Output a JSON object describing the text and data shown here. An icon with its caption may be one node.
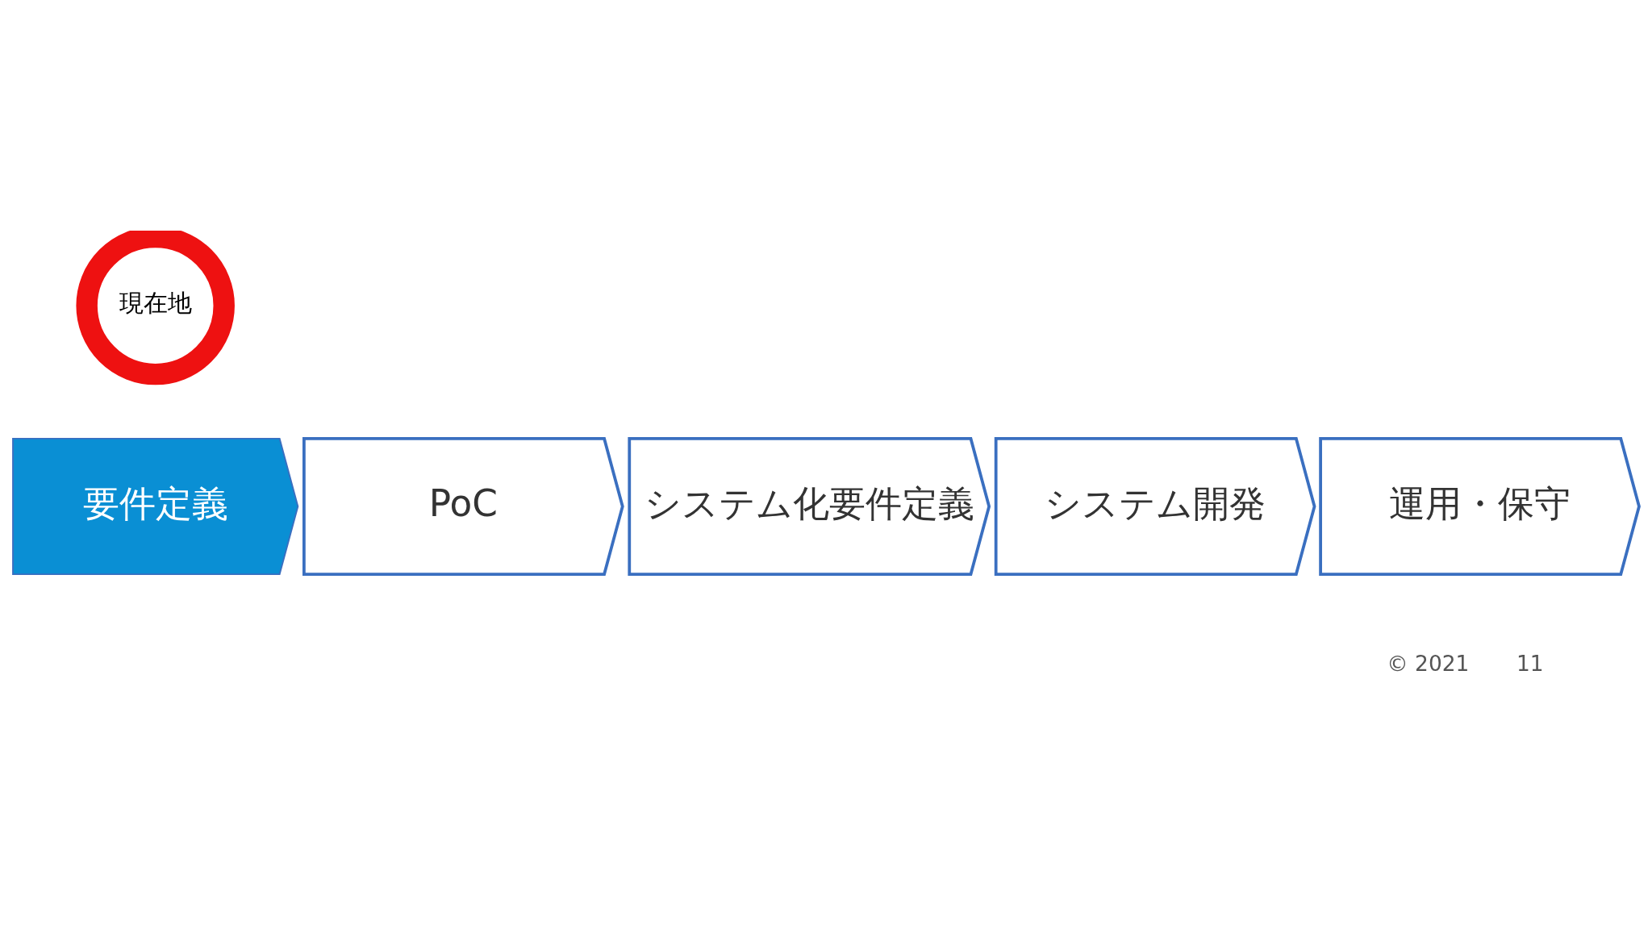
{
  "diagram": {
    "nodes": [
      {
        "text": [
          "現在地"
        ]
      },
      {
        "text": [
          "要件定義"
        ]
      },
      {
        "text": [
          "PoC"
        ]
      },
      {
        "text": [
          "システム化要件定義"
        ]
      },
      {
        "text": [
          "システム開発"
        ]
      },
      {
        "text": [
          "運用・保守"
        ]
      }
    ],
    "labels": [
      "© 2021",
      "11"
    ]
  }
}
